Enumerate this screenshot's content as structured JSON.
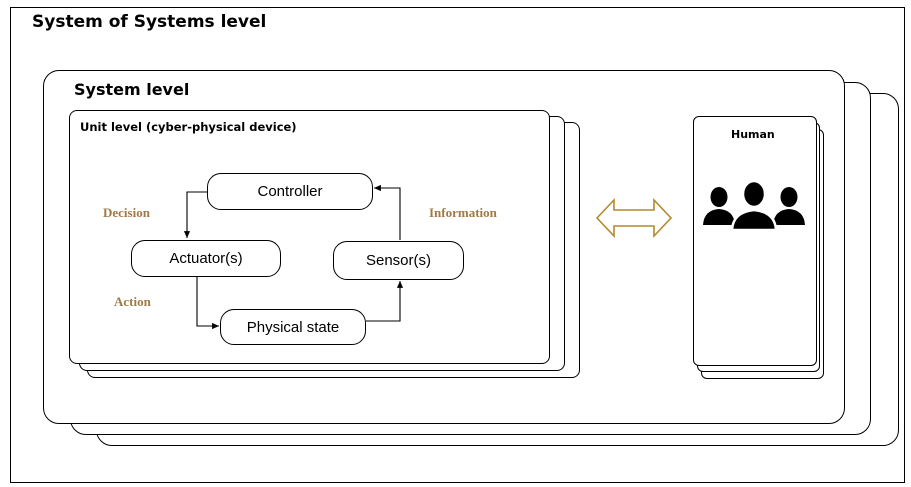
{
  "diagram": {
    "sos_title": "System of Systems level",
    "system_title": "System level",
    "unit_title": "Unit level (cyber-physical device)",
    "human_title": "Human",
    "nodes": {
      "controller": "Controller",
      "actuator": "Actuator(s)",
      "sensor": "Sensor(s)",
      "physical_state": "Physical state"
    },
    "edge_labels": {
      "decision": "Decision",
      "information": "Information",
      "action": "Action"
    },
    "colors": {
      "edge_label": "#a07a45",
      "double_arrow": "#b48a2a",
      "line": "#000000"
    },
    "icons": {
      "interaction_arrow": "double-arrow-icon",
      "human_group": "people-group-icon"
    }
  }
}
